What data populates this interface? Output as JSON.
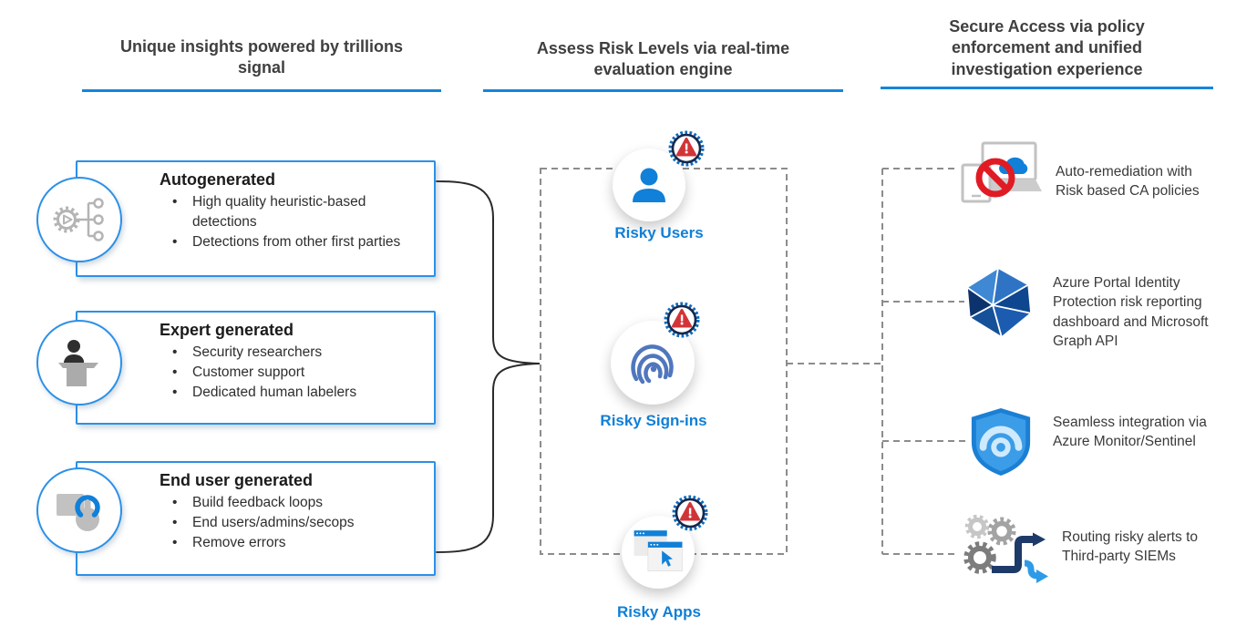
{
  "headers": [
    {
      "text": "Unique insights powered by trillions\nsignal"
    },
    {
      "text": "Assess Risk Levels via real-time\nevaluation engine"
    },
    {
      "text": "Secure Access via policy\nenforcement and unified\ninvestigation experience"
    }
  ],
  "signal_boxes": [
    {
      "title": "Autogenerated",
      "icon": "automation-flow-icon",
      "bullets": [
        "High quality heuristic-based detections",
        "Detections from other first parties"
      ]
    },
    {
      "title": "Expert generated",
      "icon": "presenter-podium-icon",
      "bullets": [
        "Security researchers",
        "Customer support",
        "Dedicated human labelers"
      ]
    },
    {
      "title": "End user generated",
      "icon": "click-feedback-icon",
      "bullets": [
        "Build feedback loops",
        "End users/admins/secops",
        "Remove errors"
      ]
    }
  ],
  "risk_entities": [
    {
      "label": "Risky Users",
      "icon": "user-icon",
      "badge": "risk-alert-badge"
    },
    {
      "label": "Risky Sign-ins",
      "icon": "fingerprint-icon",
      "badge": "risk-alert-badge"
    },
    {
      "label": "Risky Apps",
      "icon": "app-windows-icon",
      "badge": "risk-alert-badge"
    }
  ],
  "outcomes": [
    {
      "text": "Auto-remediation with\nRisk based CA policies",
      "icon": "blocked-device-cloud-icon"
    },
    {
      "text": "Azure Portal Identity\nProtection risk reporting\ndashboard and Microsoft\nGraph API",
      "icon": "identity-protection-icon"
    },
    {
      "text": "Seamless integration via\nAzure Monitor/Sentinel",
      "icon": "monitor-shield-icon"
    },
    {
      "text": "Routing risky alerts to\nThird-party SIEMs",
      "icon": "gears-routing-icon"
    }
  ],
  "colors": {
    "accent_blue": "#1080d8",
    "underline_blue": "#1585da",
    "box_border_blue": "#2b90e8",
    "label_blue": "#0f7fd7",
    "dashed_gray": "#8c8c8c",
    "warning_red": "#d13438",
    "header_text": "#3f3f3f"
  }
}
